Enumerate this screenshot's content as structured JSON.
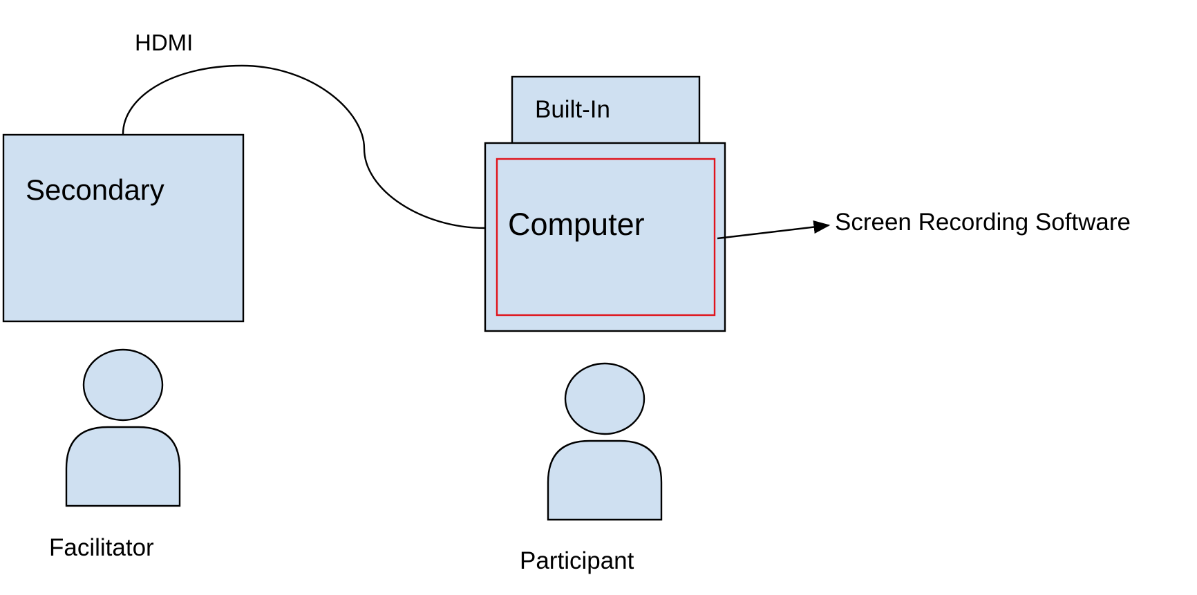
{
  "labels": {
    "cable": "HDMI",
    "secondary_screen": "Secondary",
    "built_in_screen": "Built-In",
    "computer": "Computer",
    "output": "Screen Recording Software",
    "facilitator": "Facilitator",
    "participant": "Participant"
  },
  "colors": {
    "shape_fill": "#cfe0f1",
    "outline": "#000000",
    "recording_frame": "#e0131b",
    "background": "#ffffff"
  }
}
